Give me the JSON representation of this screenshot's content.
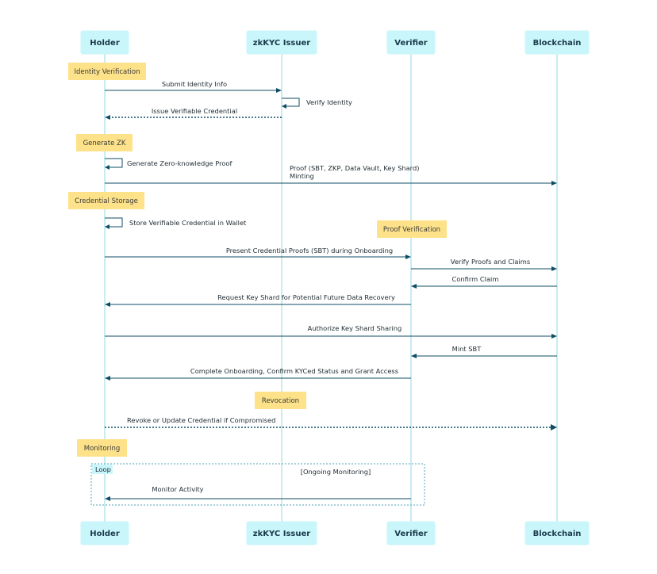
{
  "actors": [
    {
      "id": "holder",
      "label": "Holder"
    },
    {
      "id": "issuer",
      "label": "zkKYC Issuer"
    },
    {
      "id": "verifier",
      "label": "Verifier"
    },
    {
      "id": "blockchain",
      "label": "Blockchain"
    }
  ],
  "notes": [
    {
      "id": "identity-verification",
      "label": "Identity Verification"
    },
    {
      "id": "generate-zk",
      "label": "Generate ZK"
    },
    {
      "id": "credential-storage",
      "label": "Credential Storage"
    },
    {
      "id": "proof-verification",
      "label": "Proof Verification"
    },
    {
      "id": "revocation",
      "label": "Revocation"
    },
    {
      "id": "monitoring",
      "label": "Monitoring"
    }
  ],
  "messages": [
    {
      "id": "submit-identity",
      "label": "Submit Identity Info",
      "from": "holder",
      "to": "issuer",
      "style": "solid"
    },
    {
      "id": "verify-identity",
      "label": "Verify Identity",
      "from": "issuer",
      "to": "issuer",
      "style": "solid"
    },
    {
      "id": "issue-credential",
      "label": "Issue Verifiable Credential",
      "from": "issuer",
      "to": "holder",
      "style": "dotted"
    },
    {
      "id": "generate-proof",
      "label": "Generate Zero-knowledge Proof",
      "from": "holder",
      "to": "holder",
      "style": "solid"
    },
    {
      "id": "proof-minting",
      "label": "Proof (SBT, ZKP, Data Vault, Key Shard)",
      "label2": "Minting",
      "from": "holder",
      "to": "blockchain",
      "style": "solid"
    },
    {
      "id": "store-credential",
      "label": "Store Verifiable Credential in Wallet",
      "from": "holder",
      "to": "holder",
      "style": "solid"
    },
    {
      "id": "present-proofs",
      "label": "Present Credential Proofs (SBT) during Onboarding",
      "from": "holder",
      "to": "verifier",
      "style": "solid"
    },
    {
      "id": "verify-proofs",
      "label": "Verify Proofs and Claims",
      "from": "verifier",
      "to": "blockchain",
      "style": "solid"
    },
    {
      "id": "confirm-claim",
      "label": "Confirm Claim",
      "from": "blockchain",
      "to": "verifier",
      "style": "solid"
    },
    {
      "id": "request-key-shard",
      "label": "Request Key Shard for Potential Future Data Recovery",
      "from": "verifier",
      "to": "holder",
      "style": "solid"
    },
    {
      "id": "authorize-key-shard",
      "label": "Authorize Key Shard Sharing",
      "from": "holder",
      "to": "blockchain",
      "style": "solid"
    },
    {
      "id": "mint-sbt",
      "label": "Mint SBT",
      "from": "blockchain",
      "to": "verifier",
      "style": "solid"
    },
    {
      "id": "complete-onboarding",
      "label": "Complete Onboarding, Confirm KYCed Status and Grant Access",
      "from": "verifier",
      "to": "holder",
      "style": "solid"
    },
    {
      "id": "revoke-update",
      "label": "Revoke or Update Credential if Compromised",
      "from": "holder",
      "to": "blockchain",
      "style": "dotted"
    },
    {
      "id": "monitor-activity",
      "label": "Monitor Activity",
      "from": "verifier",
      "to": "holder",
      "style": "solid"
    }
  ],
  "loop": {
    "tag": "Loop",
    "condition": "[Ongoing Monitoring]"
  },
  "colors": {
    "actor": "#c9f6fb",
    "lifeline": "#8fd8e6",
    "note": "#fde28a",
    "line": "#0f4d63"
  }
}
